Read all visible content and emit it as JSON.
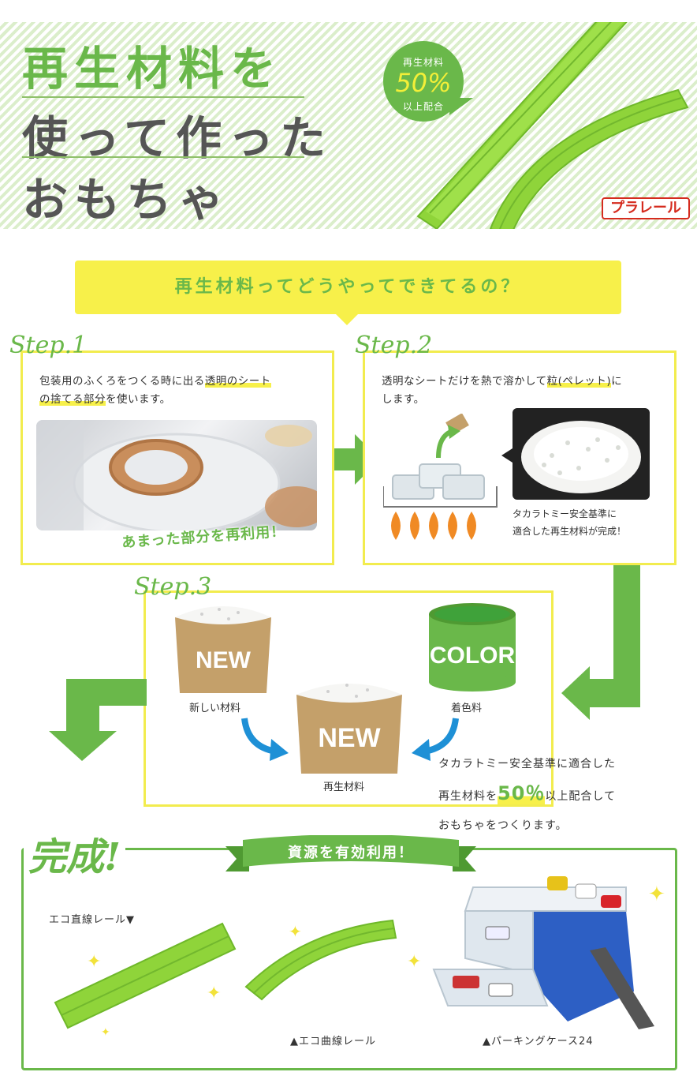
{
  "hero": {
    "title_line1": "再生材料を",
    "title_line2": "使って作った",
    "title_line3": "おもちゃ",
    "badge_top": "再生材料",
    "badge_value": "50%",
    "badge_bottom": "以上配合",
    "logo_text": "プラレール"
  },
  "question": "再生材料ってどうやってできてるの？",
  "step1": {
    "label": "Step.1",
    "text_a": "包装用のふくろをつくる時に出る",
    "text_hl": "透明のシート",
    "text_hl2": "の捨てる部分",
    "text_b": "を使います。",
    "caption": "あまった部分を再利用！"
  },
  "step2": {
    "label": "Step.2",
    "text_a": "透明なシートだけを熱で溶かして",
    "text_hl": "粒(ペレット)",
    "text_b": "に",
    "text_c": "します。",
    "caption_line1": "タカラトミー安全基準に",
    "caption_line2": "適合した再生材料が完成！"
  },
  "step3": {
    "label": "Step.3",
    "sack_text": "NEW",
    "can_text": "COLOR",
    "new_material_label": "新しい材料",
    "colorant_label": "着色料",
    "recycled_label": "再生材料",
    "note_line1": "タカラトミー安全基準に適合した",
    "note_line2_a": "再生材料を",
    "note_line2_big": "50％",
    "note_line2_b": "以上配合して",
    "note_line3": "おもちゃをつくります。"
  },
  "complete": {
    "title": "完成!",
    "ribbon": "資源を有効利用！",
    "straight_rail": "エコ直線レール▼",
    "curved_rail": "▲エコ曲線レール",
    "parking_case": "▲パーキングケース24"
  },
  "colors": {
    "green": "#6ab84a",
    "rail_green": "#8fd43a",
    "yellow": "#f7f04a",
    "brown": "#c4a06a",
    "blue_arrow": "#1e90d6"
  }
}
